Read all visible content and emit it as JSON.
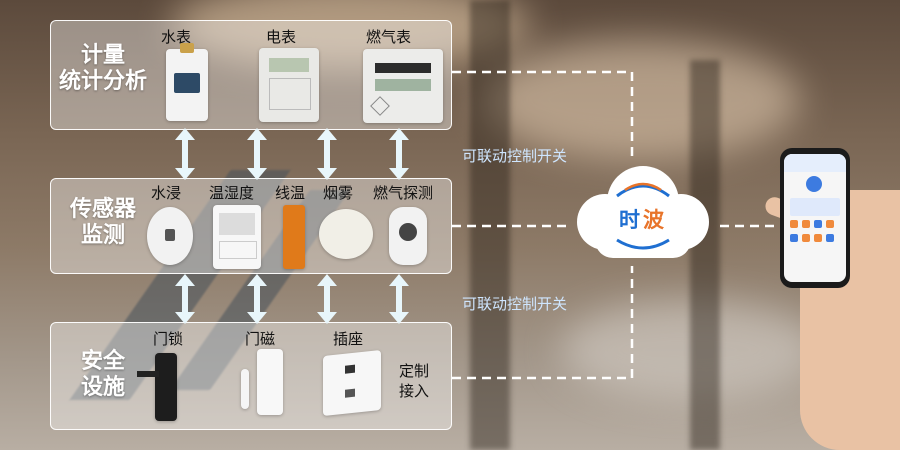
{
  "panels": {
    "metering": {
      "title_line1": "计量",
      "title_line2": "统计分析",
      "devices": [
        "水表",
        "电表",
        "燃气表"
      ]
    },
    "sensors": {
      "title_line1": "传感器",
      "title_line2": "监测",
      "devices": [
        "水浸",
        "温湿度",
        "线温",
        "烟雾",
        "燃气探测"
      ]
    },
    "safety": {
      "title_line1": "安全",
      "title_line2": "设施",
      "devices": [
        "门锁",
        "门磁",
        "插座"
      ],
      "custom_line1": "定制",
      "custom_line2": "接入"
    }
  },
  "links": {
    "upper": "可联动控制开关",
    "lower": "可联动控制开关"
  },
  "cloud": {
    "brand_part1": "时",
    "brand_part2": "波",
    "color_part1": "#1f6fd1",
    "color_part2": "#e8742a"
  },
  "colors": {
    "arrow": "#e8f6fb",
    "dash": "#ffffff"
  }
}
